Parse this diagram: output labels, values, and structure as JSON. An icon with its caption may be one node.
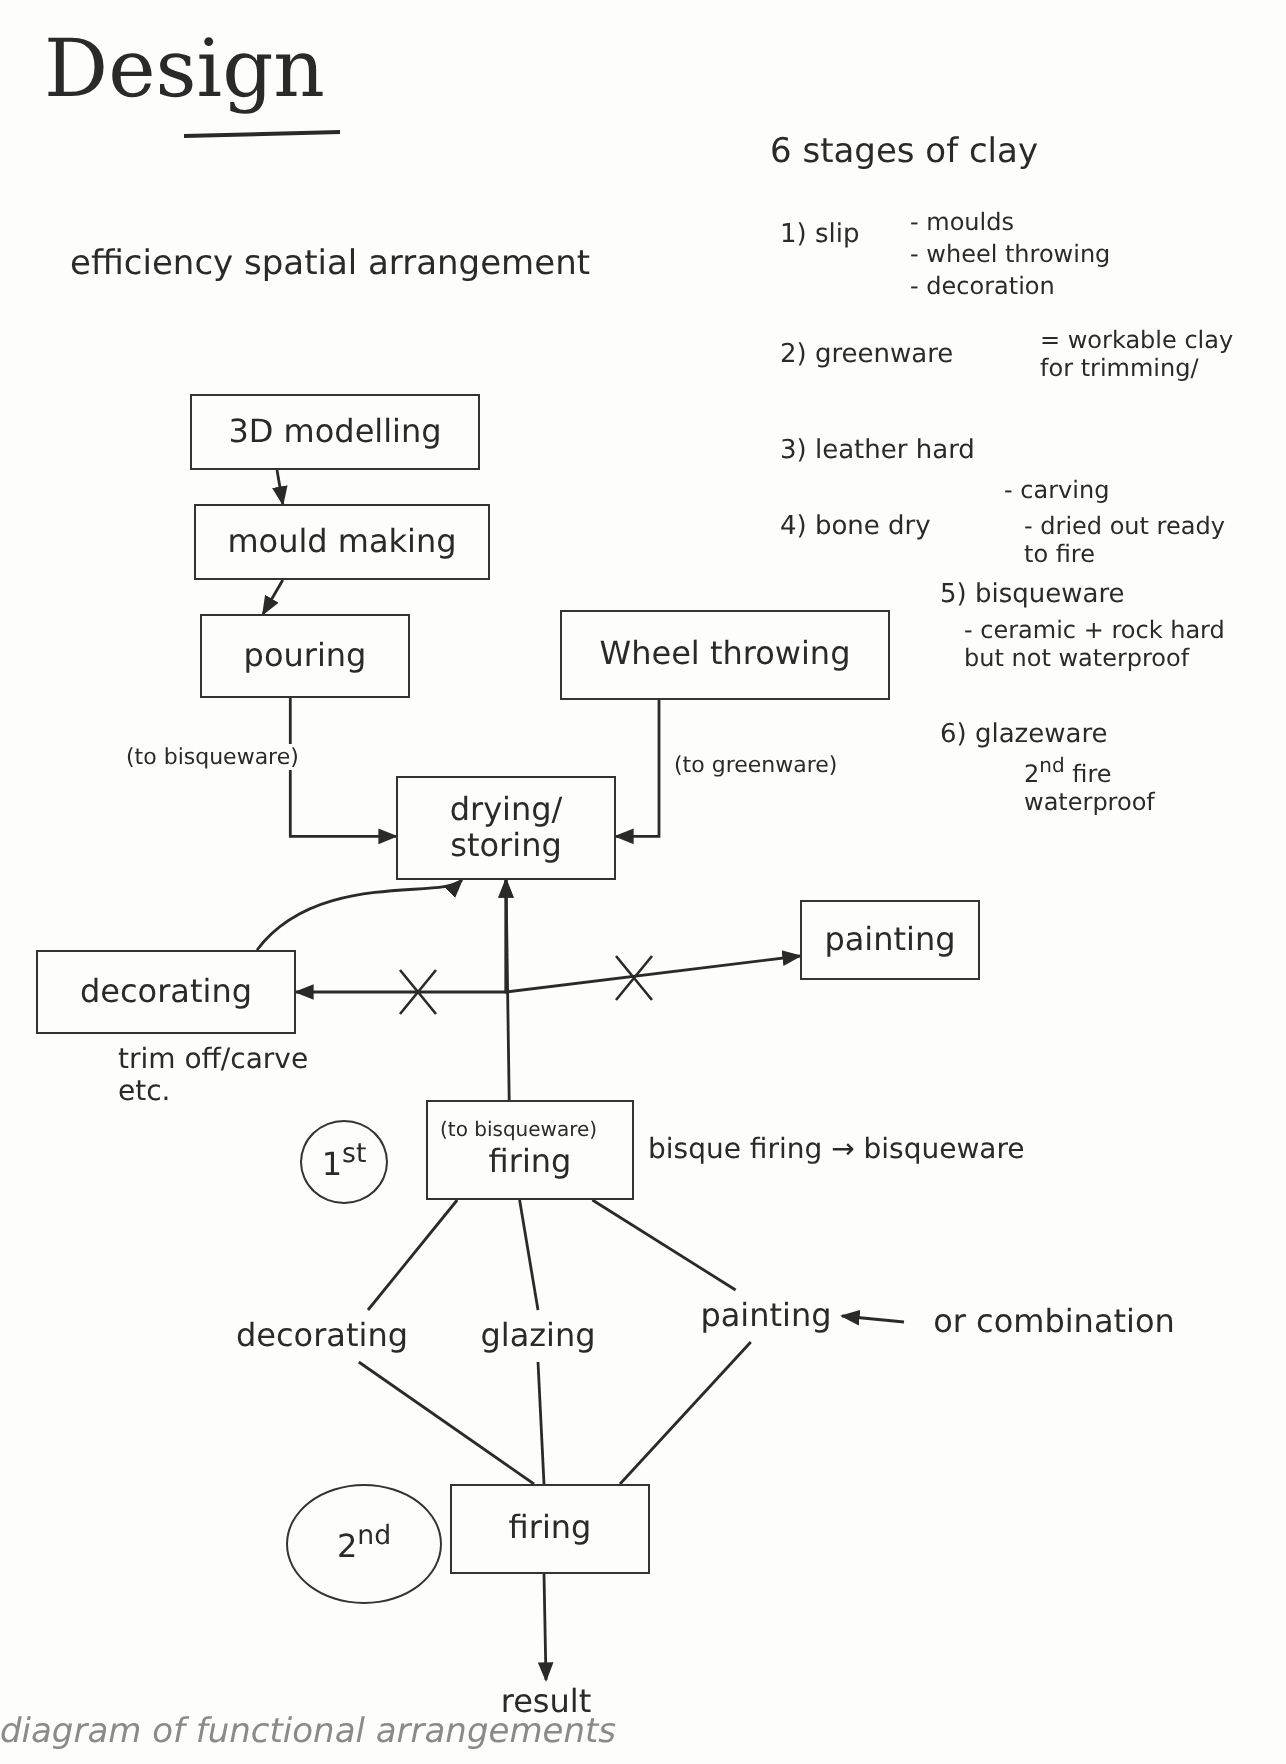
{
  "diagram": {
    "title": "Design",
    "caption": "diagram of functional arrangements",
    "nodes": [
      {
        "text": [
          "3D modelling"
        ]
      },
      {
        "text": [
          "mould making"
        ]
      },
      {
        "text": [
          "pouring"
        ]
      },
      {
        "text": [
          "Wheel throwing"
        ]
      },
      {
        "text": [
          "drying/ storing"
        ]
      },
      {
        "text": [
          "decorating"
        ],
        "beside": [
          "trim off/carve etc."
        ]
      },
      {
        "text": [
          "painting"
        ]
      },
      {
        "text": [
          "(to bisqueware)",
          "firing"
        ],
        "beside": [
          "bisque firing → bisqueware"
        ]
      },
      {
        "text": [
          "1$^{st}$"
        ]
      },
      {
        "text": [
          "decorating"
        ]
      },
      {
        "text": [
          "glazing"
        ]
      },
      {
        "text": [
          "painting"
        ]
      },
      {
        "text": [
          "2$^{nd}$"
        ]
      },
      {
        "text": [
          "firing"
        ]
      },
      {
        "text": [
          "result"
        ]
      },
      {
        "text": [
          "or combination"
        ]
      }
    ],
    "edges": [
      {
        "from": 0,
        "to": 1,
        "arrow": "to"
      },
      {
        "from": 1,
        "to": 2,
        "arrow": "to"
      },
      {
        "from": 2,
        "to": 4,
        "arrow": "to",
        "label": "(to bisqueware)"
      },
      {
        "from": 3,
        "to": 4,
        "arrow": "to",
        "label": "(to greenware)"
      },
      {
        "from": 4,
        "to": 5,
        "arrow": "both"
      },
      {
        "from": 4,
        "to": 6,
        "arrow": "both"
      },
      {
        "from": 5,
        "to": 4,
        "arrow": "to"
      },
      {
        "from": 4,
        "to": 7,
        "arrow": "none"
      },
      {
        "from": 7,
        "to": 9,
        "arrow": "none"
      },
      {
        "from": 7,
        "to": 10,
        "arrow": "none"
      },
      {
        "from": 7,
        "to": 11,
        "arrow": "none"
      },
      {
        "from": 9,
        "to": 13,
        "arrow": "none"
      },
      {
        "from": 10,
        "to": 13,
        "arrow": "none"
      },
      {
        "from": 11,
        "to": 13,
        "arrow": "none"
      },
      {
        "from": 13,
        "to": 14,
        "arrow": "to"
      },
      {
        "from": 15,
        "to": 11,
        "arrow": "to"
      }
    ],
    "labels": [
      "efficiency spatial arrangement",
      "6 stages of clay",
      "1) slip",
      "- moulds",
      "- wheel throwing",
      "- decoration",
      "2) greenware",
      "= workable clay for trimming/",
      "3) leather hard",
      "- carving",
      "4) bone dry",
      "- dried out ready to fire",
      "5) bisqueware",
      "- ceramic + rock hard but not waterproof",
      "6) glazeware",
      "2$^{nd}$ fire waterproof"
    ]
  }
}
